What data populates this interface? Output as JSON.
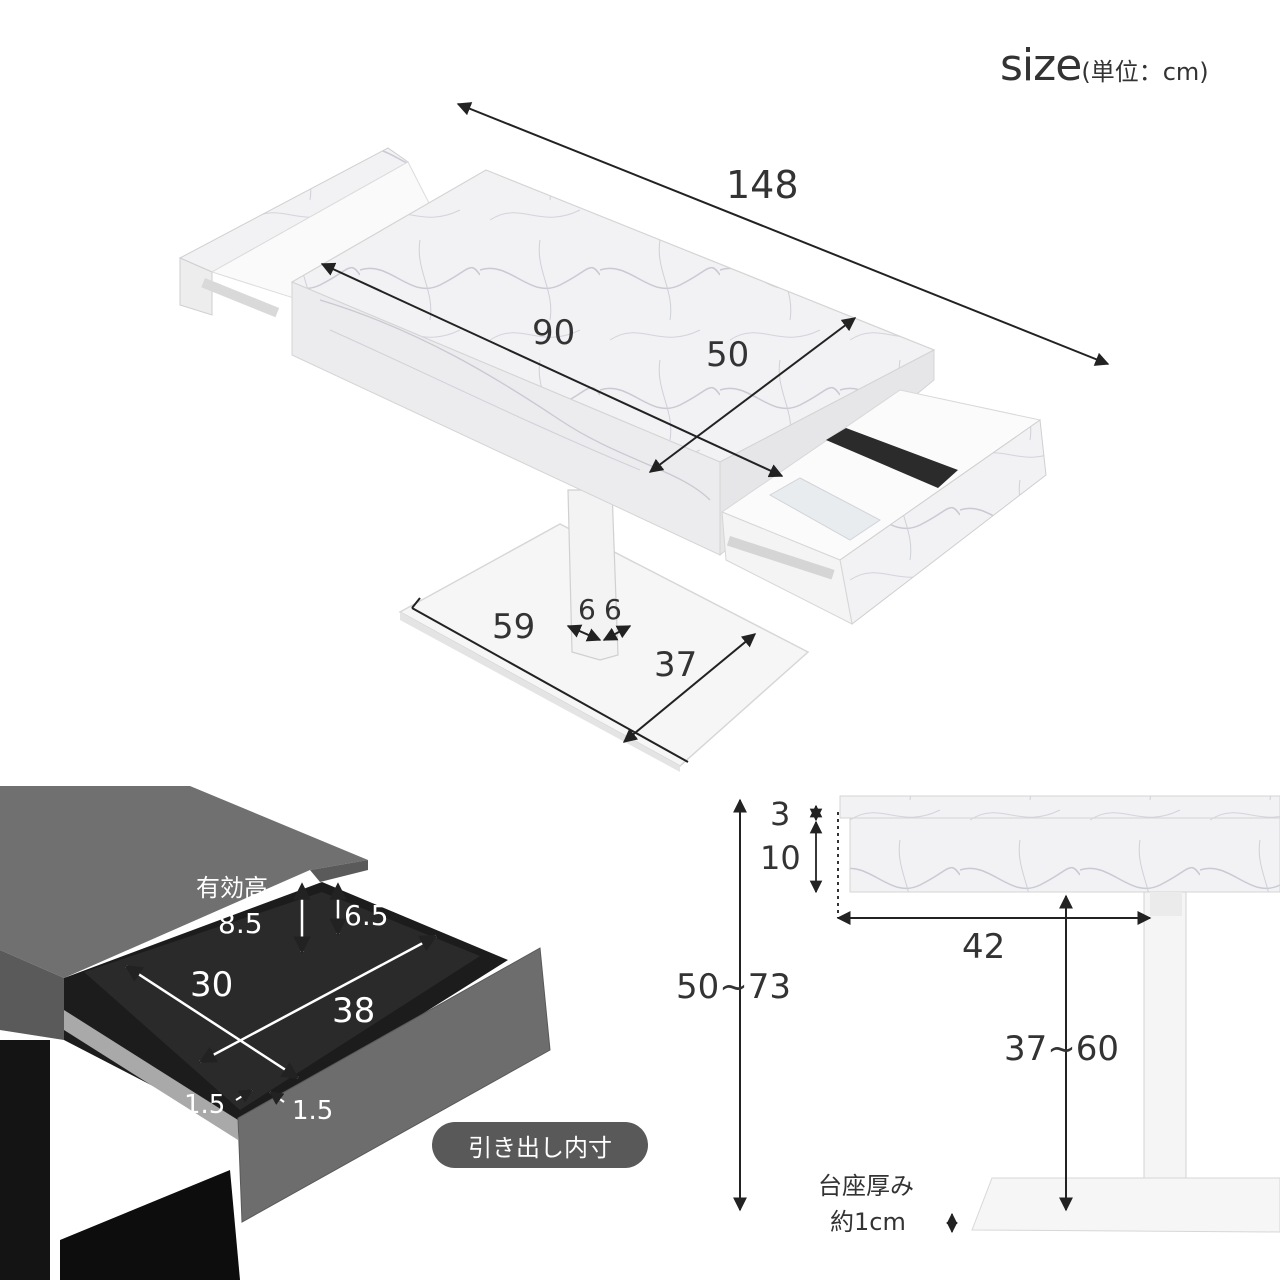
{
  "title": {
    "size": "size",
    "unit": "(単位：cm)"
  },
  "main": {
    "total_width": "148",
    "top_width": "90",
    "depth": "50",
    "base_width": "59",
    "base_depth": "37",
    "pole_a": "6",
    "pole_b": "6"
  },
  "drawer": {
    "effective_height_label": "有効高",
    "effective_height": "8.5",
    "inner_height": "6.5",
    "inner_depth": "30",
    "inner_width": "38",
    "side_left": "1.5",
    "side_right": "1.5",
    "badge": "引き出し内寸"
  },
  "side": {
    "top_thickness": "3",
    "drawer_height": "10",
    "total_height": "50~73",
    "clearance": "37~60",
    "top_depth": "42",
    "base_thickness_label": "台座厚み",
    "base_thickness": "約1cm"
  },
  "colors": {
    "marble": "#f1f1f3",
    "vein": "#c8c9d2",
    "dark_stone": "#6a6a6a",
    "frame": "#1a1a1a",
    "white_metal": "#f7f7f7"
  }
}
